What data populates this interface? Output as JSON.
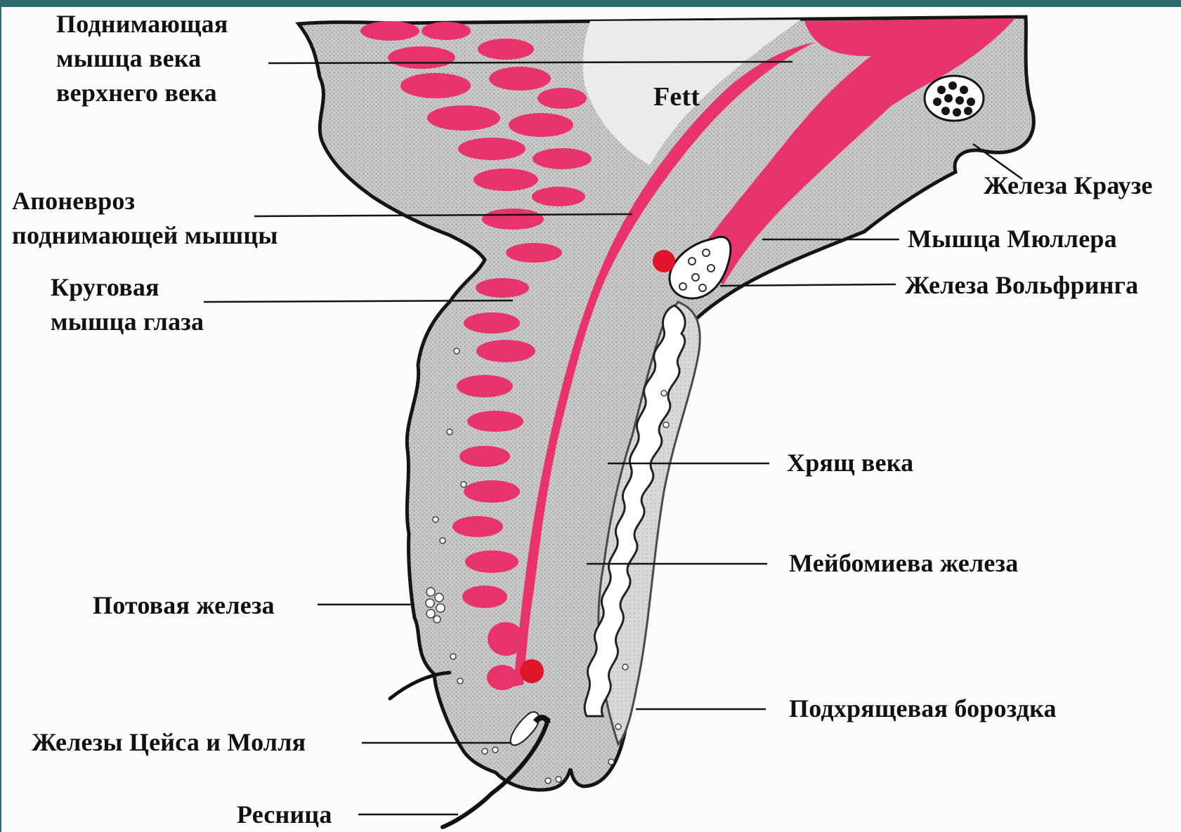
{
  "colors": {
    "tissue": "#c9c9c9",
    "muscle": "#e8336b",
    "vessel": "#e0142b",
    "fat": "#ebebeb",
    "outline": "#151515",
    "frame": "#2f6b6b"
  },
  "labels": {
    "levator_l1": "Поднимающая",
    "levator_l2": "мышца века",
    "levator_l3": "верхнего века",
    "fat": "Fett",
    "aponeurosis_l1": "Апоневроз",
    "aponeurosis_l2": "поднимающей мышцы",
    "orbicularis_l1": "Круговая",
    "orbicularis_l2": "мышца глаза",
    "krause": "Железа Краузе",
    "muller": "Мышца Мюллера",
    "wolfring": "Железа Вольфринга",
    "tarsus": "Хрящ века",
    "meibomian": "Мейбомиева железа",
    "sweat": "Потовая железа",
    "subtarsal": "Подхрящевая бороздка",
    "zeis_moll": "Железы Цейса и Молля",
    "eyelash": "Ресница"
  }
}
